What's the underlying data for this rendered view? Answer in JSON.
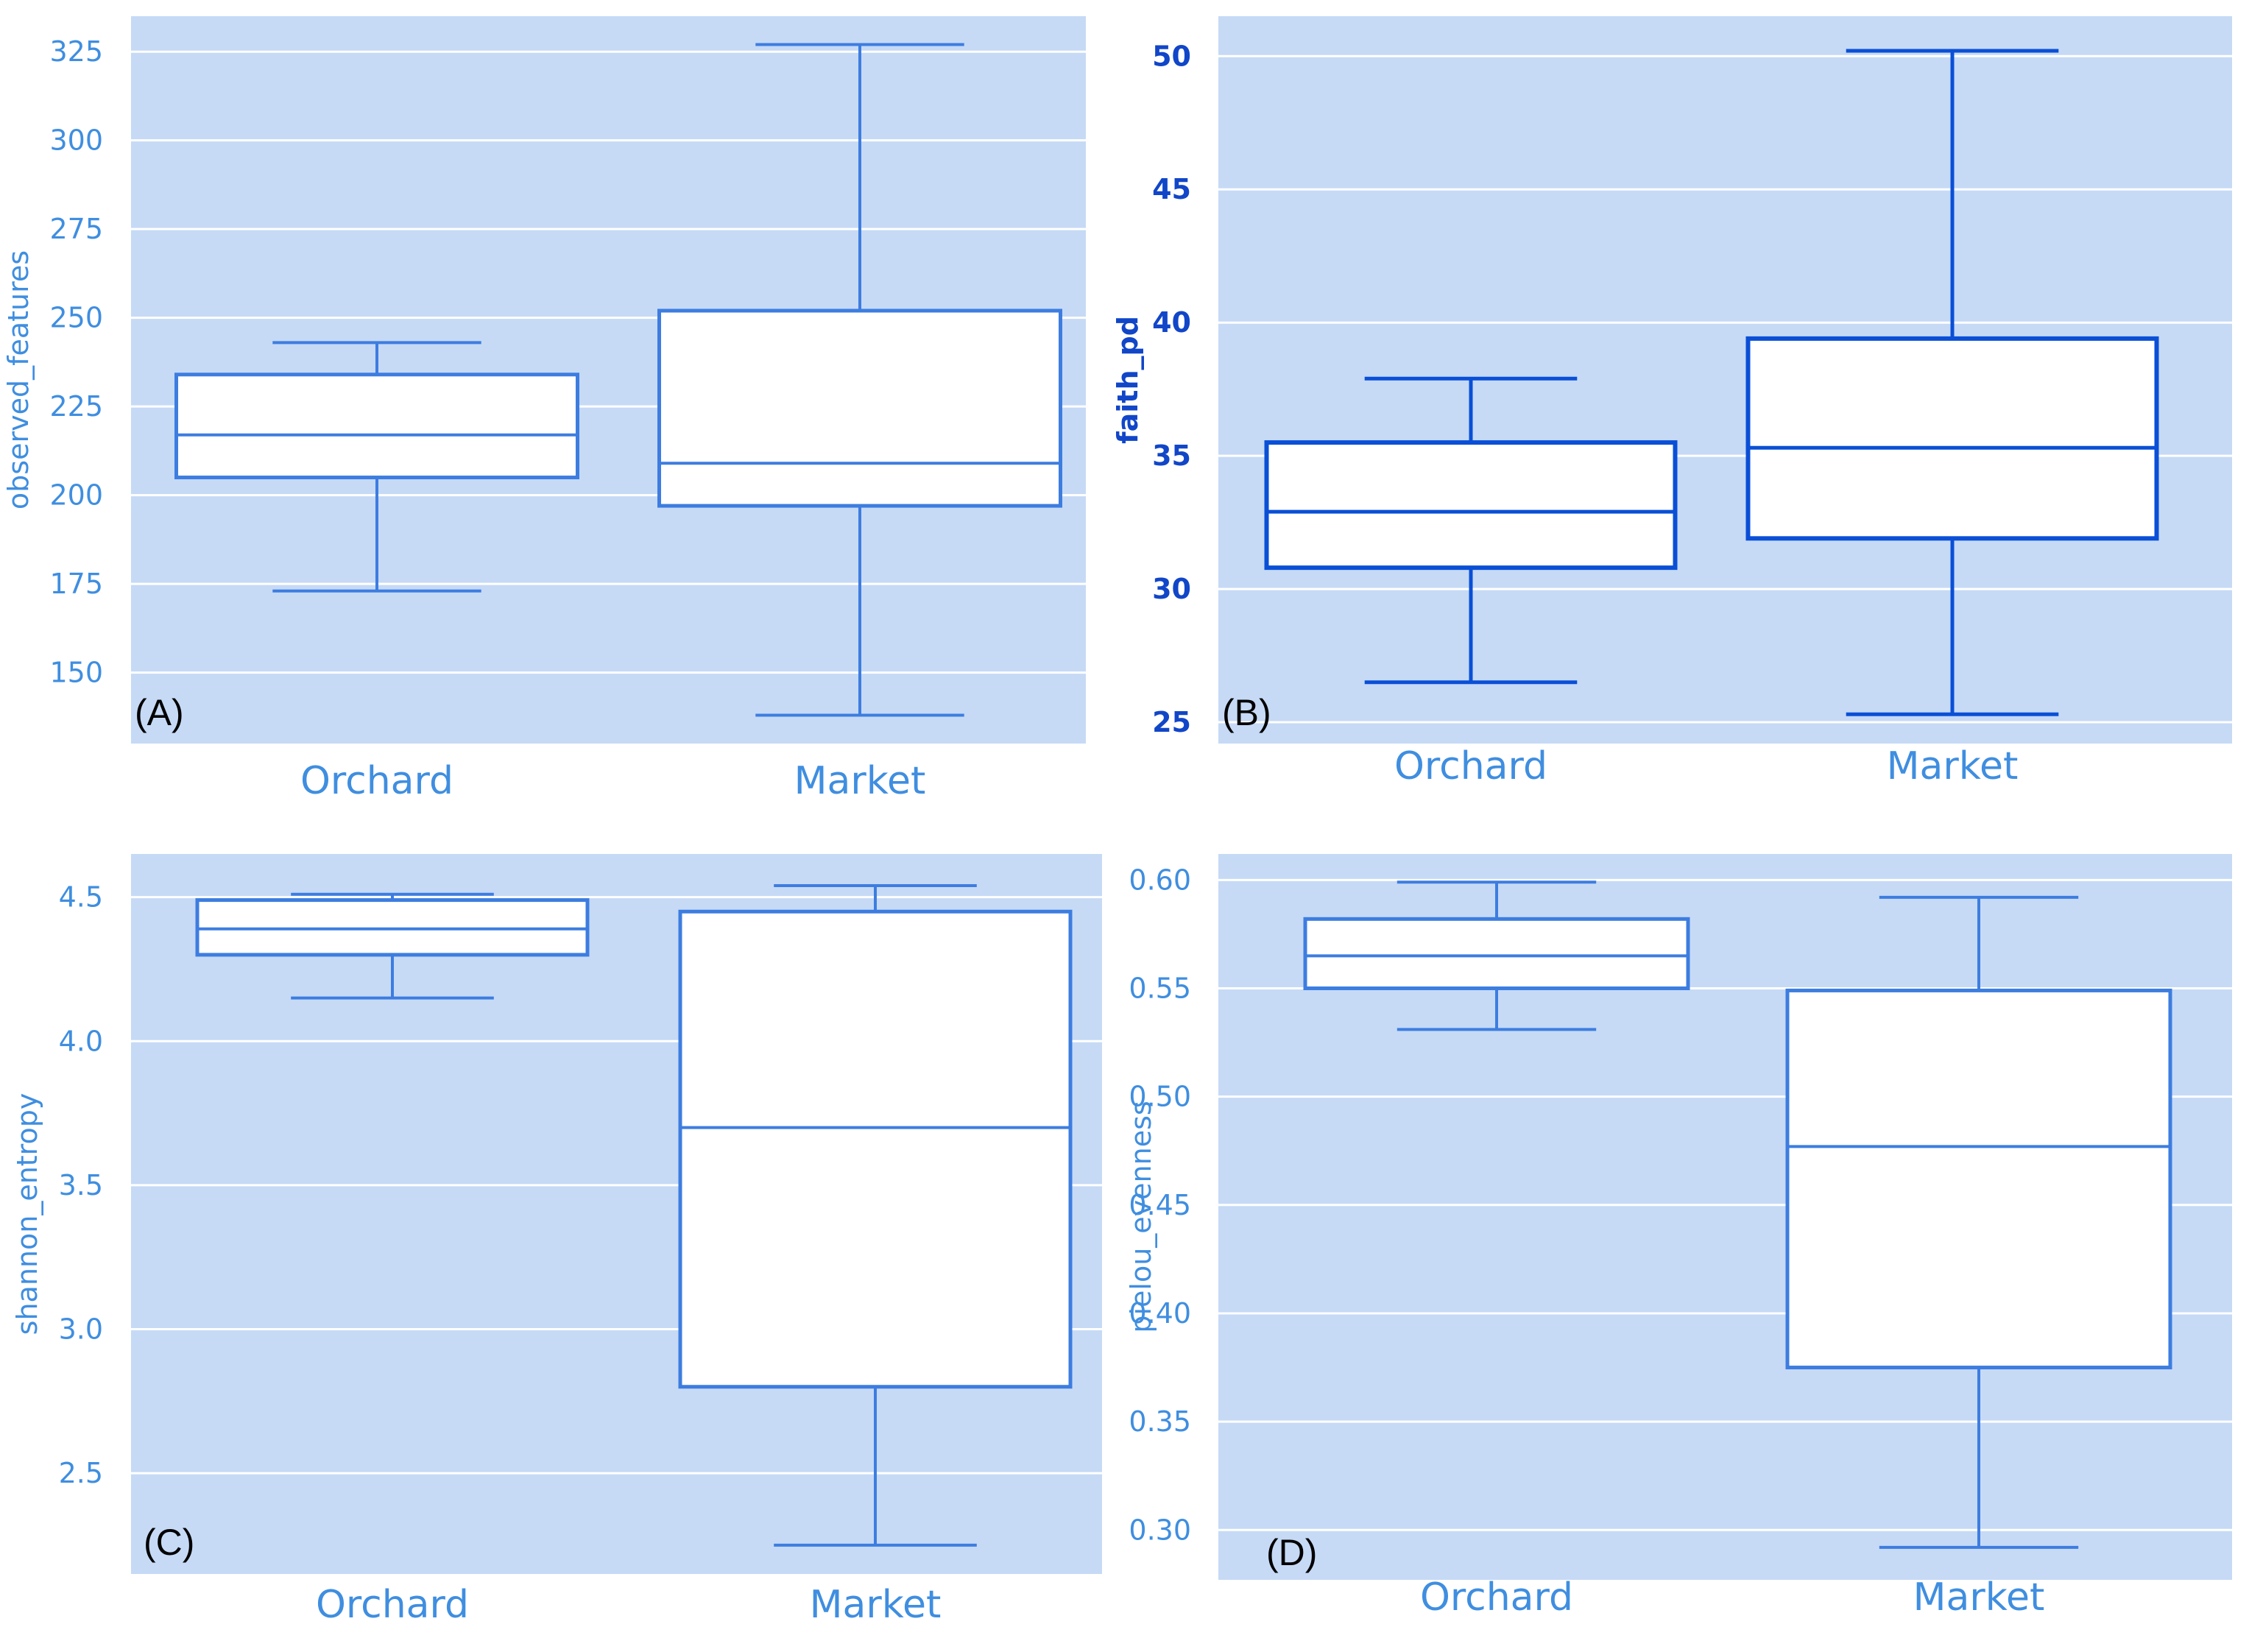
{
  "colors": {
    "plot_background": "#c6daf6",
    "grid": "#ffffff",
    "box_stroke_dark": "#0a4fd6",
    "box_stroke_light": "#3d7de0",
    "text_light": "#3f8ee0",
    "text_dark": "#1146c8"
  },
  "chart_data": [
    {
      "type": "box",
      "panel_label": "(A)",
      "ylabel": "observed_features",
      "categories": [
        "Orchard",
        "Market"
      ],
      "ylim": [
        130,
        335
      ],
      "yticks": [
        150,
        175,
        200,
        225,
        250,
        275,
        300,
        325
      ],
      "boxes": [
        {
          "category": "Orchard",
          "min": 173,
          "q1": 205,
          "median": 217,
          "q3": 234,
          "max": 243
        },
        {
          "category": "Market",
          "min": 138,
          "q1": 197,
          "median": 209,
          "q3": 252,
          "max": 327
        }
      ],
      "grid": true,
      "style": "light"
    },
    {
      "type": "box",
      "panel_label": "(B)",
      "ylabel": "faith_pd",
      "categories": [
        "Orchard",
        "Market"
      ],
      "ylim": [
        24.2,
        51.5
      ],
      "yticks": [
        25,
        30,
        35,
        40,
        45,
        50
      ],
      "boxes": [
        {
          "category": "Orchard",
          "min": 26.5,
          "q1": 30.8,
          "median": 32.9,
          "q3": 35.5,
          "max": 37.9
        },
        {
          "category": "Market",
          "min": 25.3,
          "q1": 31.9,
          "median": 35.3,
          "q3": 39.4,
          "max": 50.2
        }
      ],
      "grid": true,
      "style": "dark"
    },
    {
      "type": "box",
      "panel_label": "(C)",
      "ylabel": "shannon_entropy",
      "categories": [
        "Orchard",
        "Market"
      ],
      "ylim": [
        2.15,
        4.65
      ],
      "yticks": [
        2.5,
        3.0,
        3.5,
        4.0,
        4.5
      ],
      "boxes": [
        {
          "category": "Orchard",
          "min": 4.15,
          "q1": 4.3,
          "median": 4.39,
          "q3": 4.49,
          "max": 4.51
        },
        {
          "category": "Market",
          "min": 2.25,
          "q1": 2.8,
          "median": 3.7,
          "q3": 4.45,
          "max": 4.54
        }
      ],
      "grid": true,
      "style": "light"
    },
    {
      "type": "box",
      "panel_label": "(D)",
      "ylabel": "pielou_evenness",
      "categories": [
        "Orchard",
        "Market"
      ],
      "ylim": [
        0.277,
        0.612
      ],
      "yticks": [
        0.3,
        0.35,
        0.4,
        0.45,
        0.5,
        0.55,
        0.6
      ],
      "boxes": [
        {
          "category": "Orchard",
          "min": 0.531,
          "q1": 0.55,
          "median": 0.565,
          "q3": 0.582,
          "max": 0.599
        },
        {
          "category": "Market",
          "min": 0.292,
          "q1": 0.375,
          "median": 0.477,
          "q3": 0.549,
          "max": 0.592
        }
      ],
      "grid": true,
      "style": "light"
    }
  ]
}
